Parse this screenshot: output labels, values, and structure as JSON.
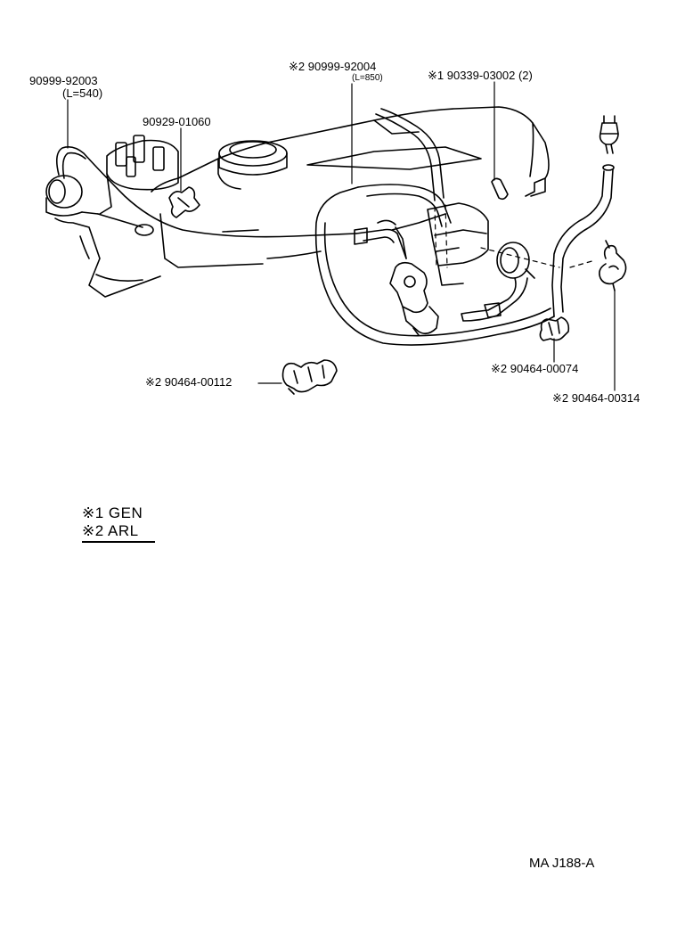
{
  "callouts": {
    "hose_left_part": "90999-92003",
    "hose_left_length": "(L=540)",
    "clamp_top": "90929-01060",
    "hose_main_part": "※2 90999-92004",
    "hose_main_length": "(L=850)",
    "vsv_part": "※1 90339-03002 (2)",
    "clip_left": "※2 90464-00112",
    "clip_mid": "※2 90464-00074",
    "clip_right": "※2 90464-00314"
  },
  "legend": {
    "line1": "※1 GEN",
    "line2": "※2 ARL"
  },
  "figure_code": "MA  J188-A"
}
